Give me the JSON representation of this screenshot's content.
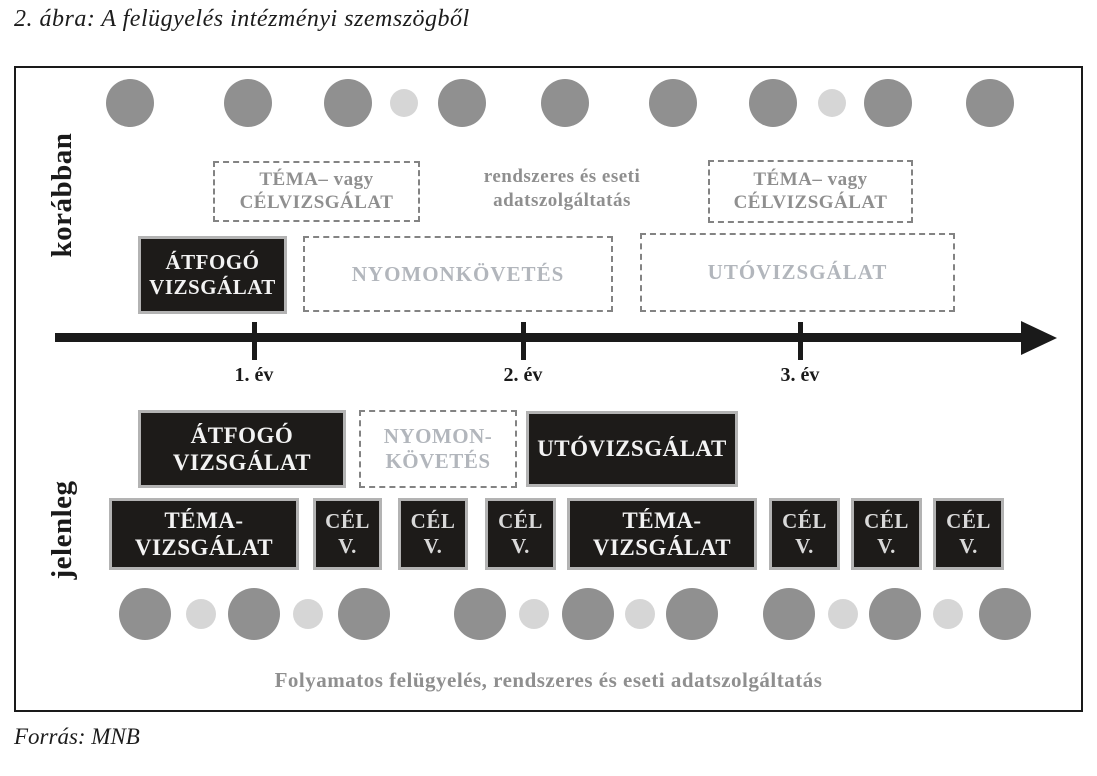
{
  "page": {
    "title": "2. ábra: A felügyelés intézményi szemszögből",
    "source": "Forrás: MNB"
  },
  "colors": {
    "black_box_bg": "#1d1b19",
    "black_box_border": "#b3b3b3",
    "dashed_border": "#838383",
    "gray_text": "#8f8f8f",
    "light_gray_text": "#b2b6bc",
    "dot_big": "#909090",
    "dot_small": "#d6d6d6",
    "frame_border": "#1a1a1a"
  },
  "earlier": {
    "label": "korábban",
    "tema1": {
      "text": "TÉMA– vagy\nCÉLVIZSGÁLAT"
    },
    "adatszolgaltatas": {
      "text": "rendszeres és eseti\nadatszolgáltatás"
    },
    "tema2": {
      "text": "TÉMA– vagy\nCÉLVIZSGÁLAT"
    },
    "atfogo": {
      "text": "ÁTFOGÓ\nVIZSGÁLAT"
    },
    "nyomonkovetes": {
      "text": "NYOMONKÖVETÉS"
    },
    "utovizsgalat": {
      "text": "UTÓVIZSGÁLAT"
    }
  },
  "timeline": {
    "ticks": [
      "1. év",
      "2. év",
      "3. év"
    ]
  },
  "current": {
    "label": "jelenleg",
    "atfogo": {
      "text": "ÁTFOGÓ\nVIZSGÁLAT"
    },
    "nyomonkovetes": {
      "text": "NYOMON-\nKÖVETÉS"
    },
    "utovizsgalat": {
      "text": "UTÓVIZSGÁLAT"
    },
    "tema1": {
      "text": "TÉMA-\nVIZSGÁLAT"
    },
    "tema2": {
      "text": "TÉMA-\nVIZSGÁLAT"
    },
    "cel": {
      "text": "CÉL\nV."
    },
    "caption": "Folyamatos felügyelés, rendszeres és eseti adatszolgáltatás"
  },
  "dots": {
    "top": [
      "big",
      "big",
      "big",
      "small",
      "big",
      "big",
      "big",
      "big",
      "small",
      "big",
      "big"
    ],
    "bottom_groups": [
      [
        "big",
        "small",
        "big",
        "small",
        "big"
      ],
      [
        "big",
        "small",
        "big",
        "small",
        "big"
      ],
      [
        "big",
        "small",
        "big",
        "small",
        "big"
      ]
    ]
  }
}
